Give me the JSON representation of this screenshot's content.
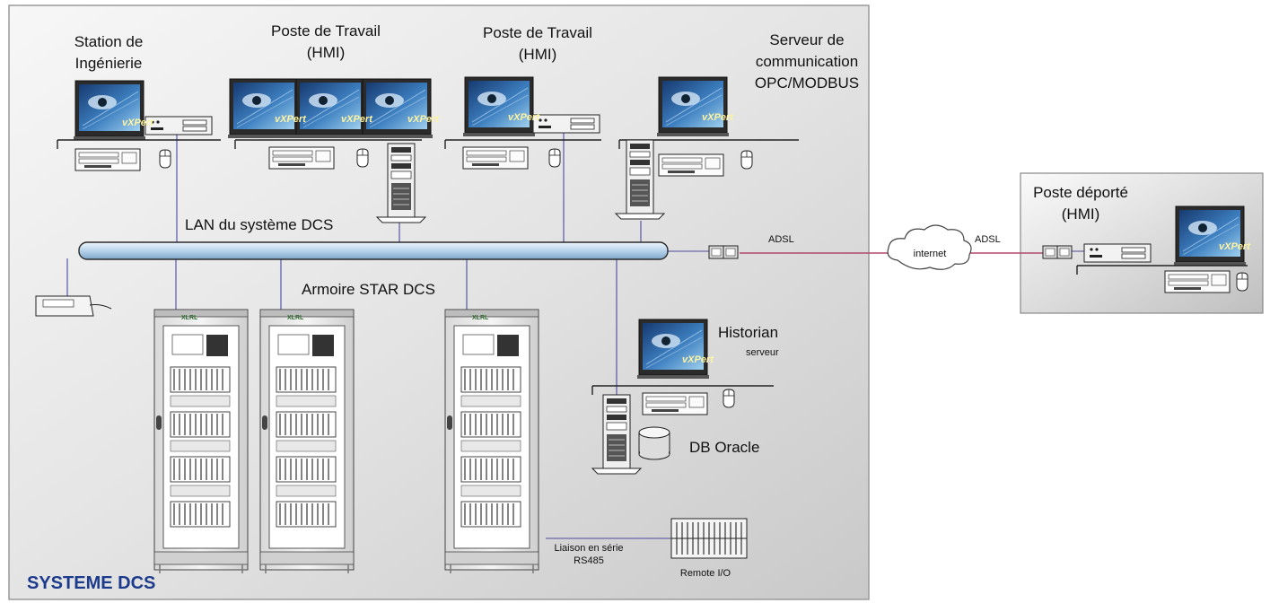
{
  "system_title": "SYSTEME DCS",
  "lan_label": "LAN du système DCS",
  "cabinet_label": "Armoire STAR DCS",
  "stations": {
    "engineering": {
      "line1": "Station de",
      "line2": "Ingénierie"
    },
    "hmi1": {
      "line1": "Poste de Travail",
      "line2": "(HMI)"
    },
    "hmi2": {
      "line1": "Poste de Travail",
      "line2": "(HMI)"
    },
    "comm": {
      "line1": "Serveur de",
      "line2": "communication",
      "line3": "OPC/MODBUS"
    },
    "historian": {
      "line1": "Historian",
      "line2": "serveur"
    },
    "db": {
      "label": "DB Oracle"
    },
    "remote": {
      "line1": "Poste déporté",
      "line2": "(HMI)"
    }
  },
  "screen_logo": "vXPert",
  "cabinet_badge": "XLRL",
  "adsl_left": "ADSL",
  "adsl_right": "ADSL",
  "internet_label": "internet",
  "serial": {
    "line1": "Liaison en série",
    "line2": "RS485"
  },
  "remote_io": "Remote I/O",
  "colors": {
    "lan_bus": "#c9dff0",
    "adsl_link": "#b04a6a",
    "title": "#1d3b8c",
    "network_line": "#4a4aa0"
  }
}
